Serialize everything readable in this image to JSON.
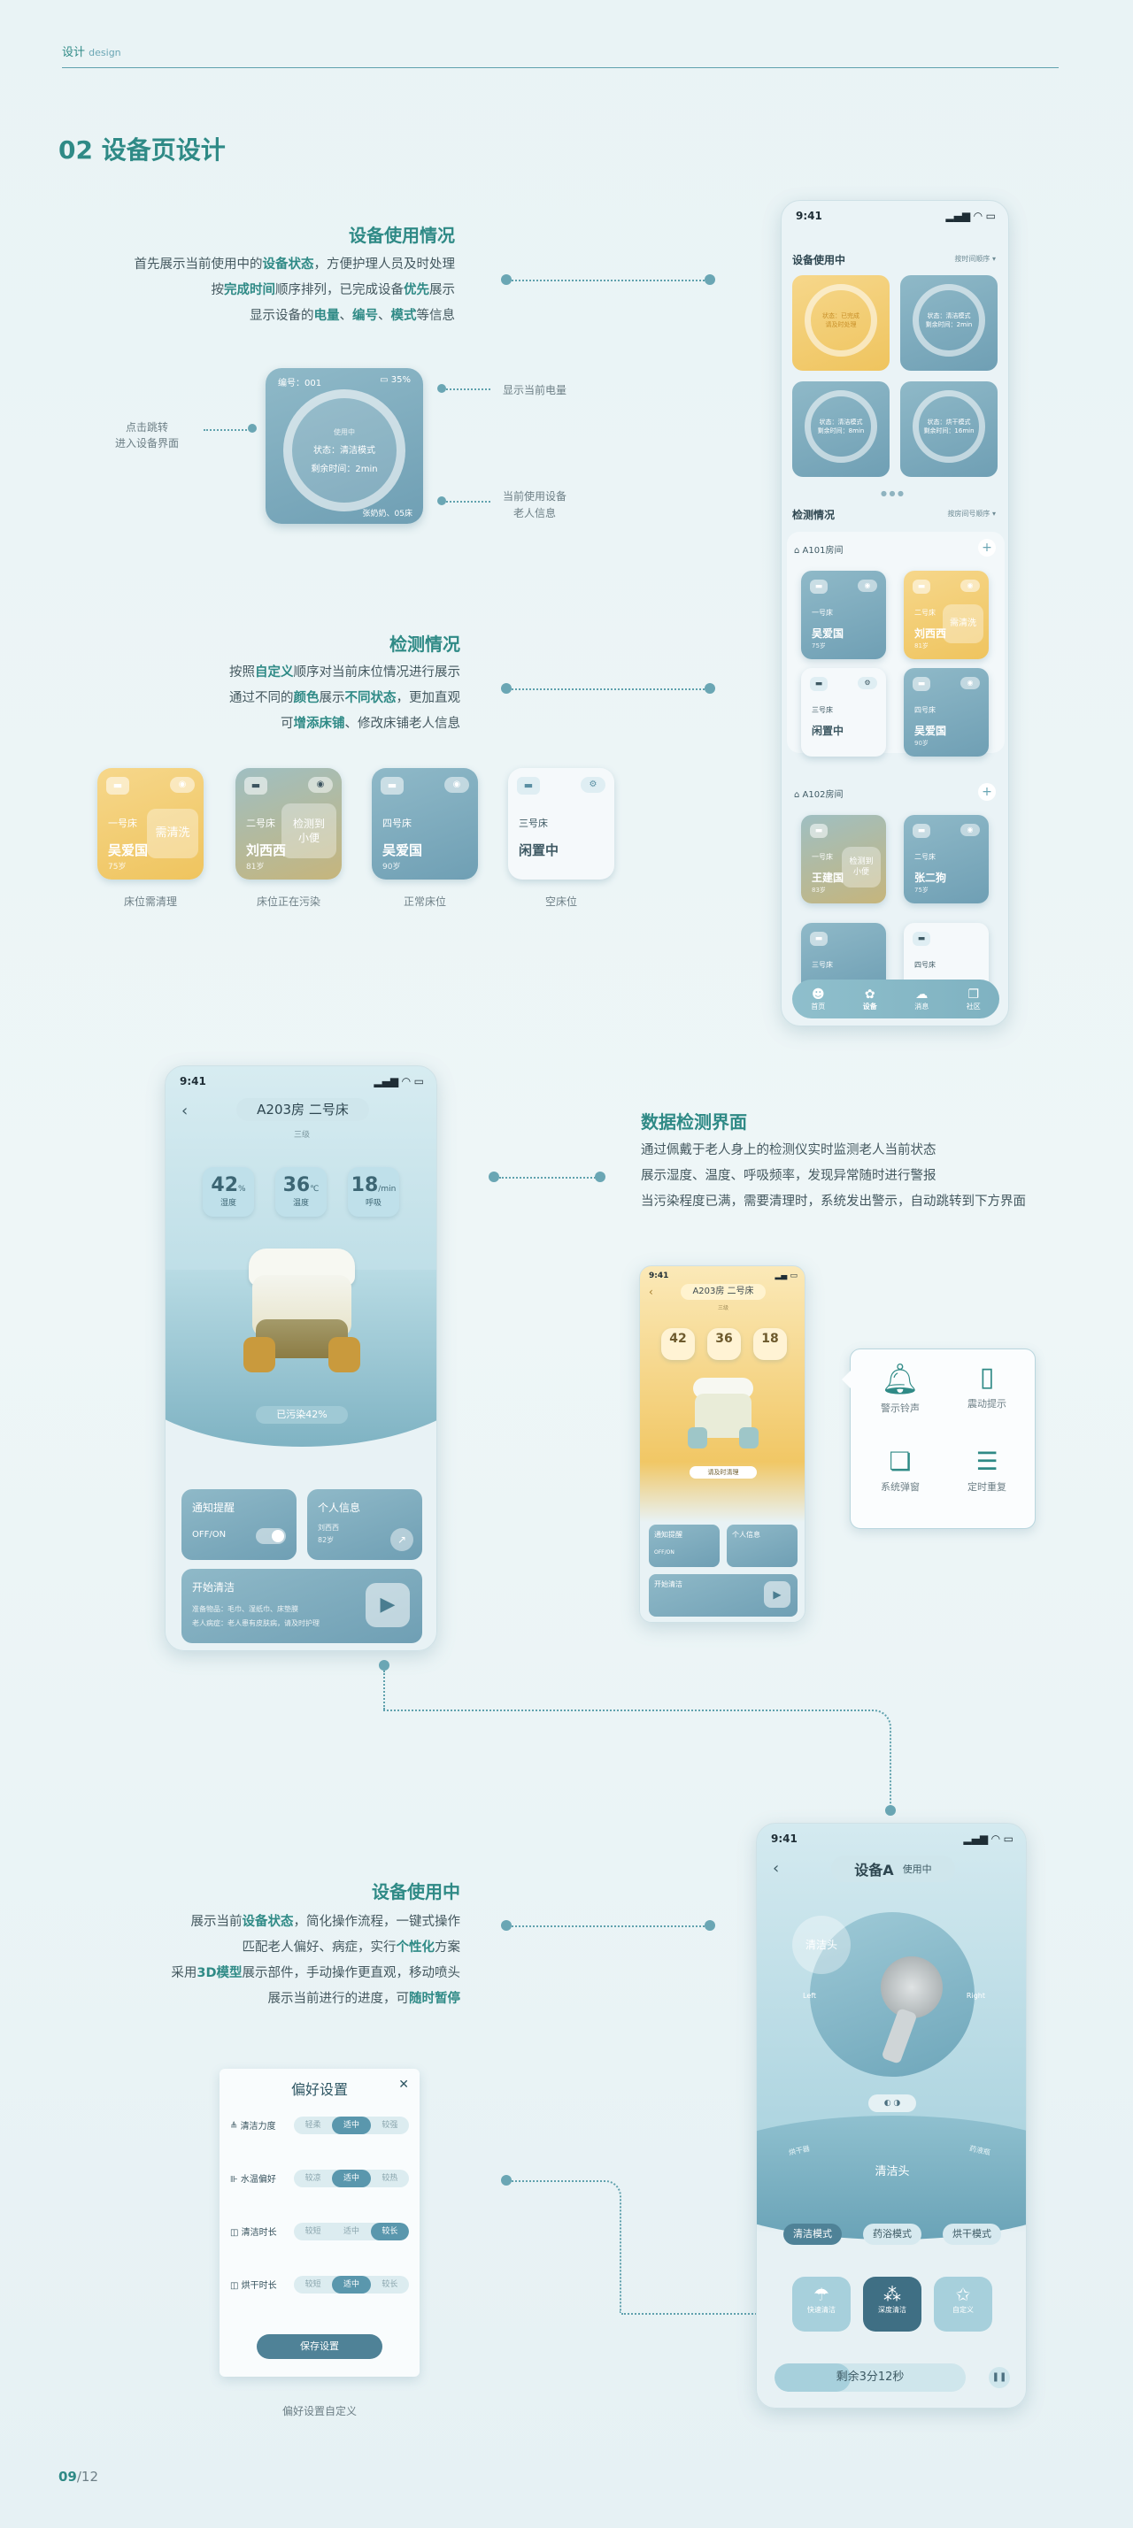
{
  "header": {
    "brand": "设计",
    "brand_en": "design",
    "section": "02 设备页设计",
    "page_num": "09",
    "page_total": "/12"
  },
  "s1": {
    "title": "设备使用情况",
    "l1a": "首先展示当前使用中的",
    "l1b": "设备状态",
    "l1c": "，方便护理人员及时处理",
    "l2a": "按",
    "l2b": "完成时间",
    "l2c": "顺序排列，已完成设备",
    "l2d": "优先",
    "l2e": "展示",
    "l3a": "显示设备的",
    "l3b": "电量",
    "l3c": "、",
    "l3d": "编号",
    "l3e": "、",
    "l3f": "模式",
    "l3g": "等信息"
  },
  "devcard": {
    "id": "编号：001",
    "battery": "35%",
    "status": "状态：清洁模式",
    "remain": "剩余时间：2min",
    "ring_top": "使用中",
    "owner": "张奶奶、05床",
    "left_note": "点击跳转\n进入设备界面",
    "note_battery": "显示当前电量",
    "note_user": "当前使用设备\n老人信息"
  },
  "s2": {
    "title": "检测情况",
    "l1a": "按照",
    "l1b": "自定义",
    "l1c": "顺序对当前床位情况进行展示",
    "l2a": "通过不同的",
    "l2b": "颜色",
    "l2c": "展示",
    "l2d": "不同状态",
    "l2e": "，更加直观",
    "l3a": "可",
    "l3b": "增添床铺",
    "l3c": "、修改床铺老人信息"
  },
  "beds": [
    {
      "bed": "一号床",
      "name": "吴爱国",
      "age": "75岁",
      "warn": "需清洗",
      "caption": "床位需清理"
    },
    {
      "bed": "二号床",
      "name": "刘西西",
      "age": "81岁",
      "warn": "检测到\n小便",
      "caption": "床位正在污染"
    },
    {
      "bed": "四号床",
      "name": "吴爱国",
      "age": "90岁",
      "warn": "",
      "caption": "正常床位"
    },
    {
      "bed": "三号床",
      "name": "闲置中",
      "age": "",
      "warn": "",
      "caption": "空床位"
    }
  ],
  "phone1": {
    "time": "9:41",
    "usage_title": "设备使用中",
    "sort1": "按时间顺序",
    "detect_title": "检测情况",
    "sort2": "按房间号顺序",
    "room1": "A101房间",
    "room2": "A102房间",
    "c1": "状态：已完成",
    "c1b": "请及时处理",
    "c2": "状态：清洁模式",
    "c2b": "剩余时间：2min",
    "c3": "状态：清洁模式",
    "c3b": "剩余时间：8min",
    "c4": "状态：烘干模式",
    "c4b": "剩余时间：16min",
    "beds_r1": [
      {
        "bed": "一号床",
        "name": "吴爱国",
        "age": "75岁"
      },
      {
        "bed": "二号床",
        "name": "刘西西",
        "age": "81岁",
        "warn": "需清洗"
      },
      {
        "bed": "三号床",
        "name": "闲置中",
        "age": ""
      },
      {
        "bed": "四号床",
        "name": "吴爱国",
        "age": "90岁"
      }
    ],
    "beds_r2": [
      {
        "bed": "一号床",
        "name": "王建国",
        "age": "83岁",
        "warn": "检测到\n小便"
      },
      {
        "bed": "二号床",
        "name": "张二狗",
        "age": "75岁"
      },
      {
        "bed": "三号床",
        "name": "",
        "age": ""
      },
      {
        "bed": "四号床",
        "name": "",
        "age": ""
      }
    ],
    "nav": [
      "首页",
      "设备",
      "消息",
      "社区"
    ]
  },
  "phone2": {
    "time": "9:41",
    "title": "A203房  二号床",
    "sub": "三级",
    "humid": "42",
    "humid_u": "%",
    "humid_l": "湿度",
    "temp": "36",
    "temp_u": "℃",
    "temp_l": "温度",
    "breath": "18",
    "breath_u": "/min",
    "breath_l": "呼吸",
    "pollute": "已污染42%",
    "notify": "通知提醒",
    "onoff": "OFF/ON",
    "personal": "个人信息",
    "personal_sub1": "刘西西",
    "personal_sub2": "82岁",
    "start": "开始清洁",
    "start_d1": "准备物品：毛巾、湿纸巾、床垫膜",
    "start_d2": "老人病症：老人患有皮肤病，请及时护理"
  },
  "s3": {
    "title": "数据检测界面",
    "l1": "通过佩戴于老人身上的检测仪实时监测老人当前状态",
    "l2": "展示湿度、温度、呼吸频率，发现异常随时进行警报",
    "l3": "当污染程度已满，需要清理时，系统发出警示，自动跳转到下方界面"
  },
  "phone3": {
    "time": "9:41",
    "title": "A203房 二号床",
    "sub": "三级",
    "humid": "42",
    "temp": "36",
    "breath": "18",
    "pollute": "请及时清理",
    "notify": "通知提醒",
    "onoff": "OFF/ON",
    "personal": "个人信息",
    "start": "开始清洁"
  },
  "alerts": [
    "警示铃声",
    "震动提示",
    "系统弹窗",
    "定时重复"
  ],
  "s4": {
    "title": "设备使用中",
    "l1a": "展示当前",
    "l1b": "设备状态",
    "l1c": "，简化操作流程，一键式操作",
    "l2a": "匹配老人偏好、病症，实行",
    "l2b": "个性化",
    "l2c": "方案",
    "l3a": "采用",
    "l3b": "3D模型",
    "l3c": "展示部件，手动操作更直观，移动喷头",
    "l4a": "展示当前进行的进度，可",
    "l4b": "随时暂停"
  },
  "pref": {
    "title": "偏好设置",
    "rows": [
      {
        "label": "清洁力度",
        "opts": [
          "轻柔",
          "适中",
          "较强"
        ],
        "on": 1
      },
      {
        "label": "水温偏好",
        "opts": [
          "较凉",
          "适中",
          "较热"
        ],
        "on": 1
      },
      {
        "label": "清洁时长",
        "opts": [
          "较短",
          "适中",
          "较长"
        ],
        "on": 2
      },
      {
        "label": "烘干时长",
        "opts": [
          "较短",
          "适中",
          "较长"
        ],
        "on": 1
      }
    ],
    "save": "保存设置",
    "caption": "偏好设置自定义"
  },
  "phone4": {
    "time": "9:41",
    "title": "设备A",
    "status": "使用中",
    "part": "清洁头",
    "left": "Left",
    "right": "Right",
    "part_label": "清洁头",
    "part_left": "烘干器",
    "part_right": "药液瓶",
    "modes": [
      "清洁模式",
      "药浴模式",
      "烘干模式"
    ],
    "funcs": [
      "快速清洁",
      "深度清洁",
      "自定义"
    ],
    "progress": "剩余3分12秒"
  }
}
